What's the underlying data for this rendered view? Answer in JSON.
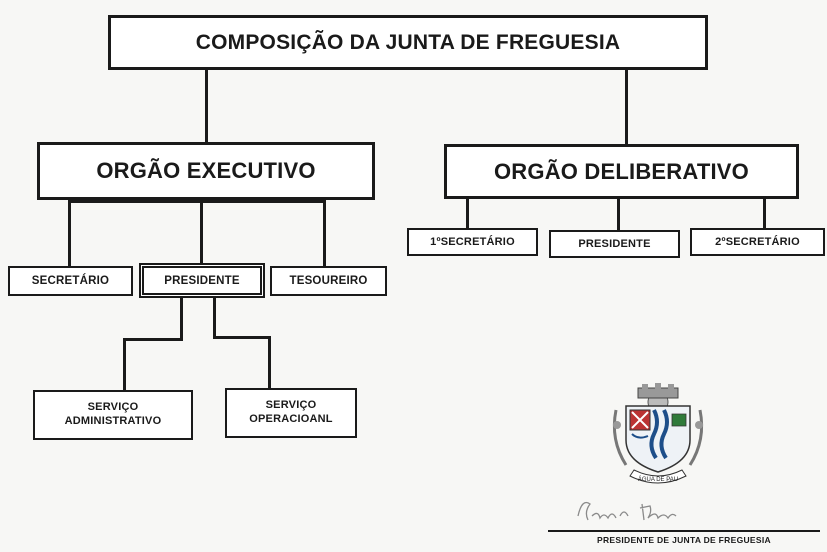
{
  "title": "COMPOSIÇÃO DA JUNTA DE FREGUESIA",
  "executivo": {
    "label": "ORGÃO EXECUTIVO",
    "members": {
      "secretario": "SECRETÁRIO",
      "presidente": "PRESIDENTE",
      "tesoureiro": "TESOUREIRO"
    },
    "services": {
      "administrativo": [
        "SERVIÇO",
        "ADMINISTRATIVO"
      ],
      "operacional": [
        "SERVIÇO",
        "OPERACIOANL"
      ]
    }
  },
  "deliberativo": {
    "label": "ORGÃO DELIBERATIVO",
    "members": {
      "secretario1": "1ºSECRETÁRIO",
      "presidente": "PRESIDENTE",
      "secretario2": "2ºSECRETÁRIO"
    }
  },
  "seal": {
    "motto": "ÁGUA DE PAU"
  },
  "signature": {
    "handwriting": "Fernando Melo",
    "caption": "PRESIDENTE DE JUNTA DE FREGUESIA"
  }
}
